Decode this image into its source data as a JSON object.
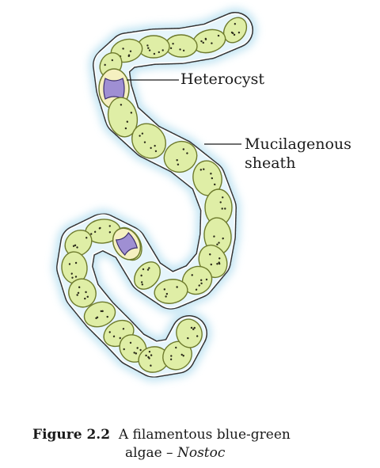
{
  "labels": {
    "heterocyst": "Heterocyst",
    "mucilage_line1": "Mucilagenous",
    "mucilage_line2": "sheath"
  },
  "caption": {
    "figure_number": "Figure 2.2",
    "text": "A filamentous blue-green",
    "text_line2": "algae –",
    "genus": "Nostoc"
  },
  "colors": {
    "cell_fill": "#dfeea6",
    "cell_stroke": "#6d7a2c",
    "heterocyst_fill": "#9f8fd3",
    "heterocyst_wall": "#f5f0c0",
    "sheath_glow": "#bfe3f2",
    "sheath_dots": "#333333"
  }
}
